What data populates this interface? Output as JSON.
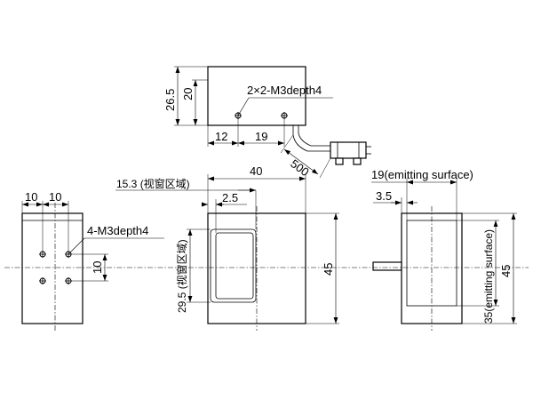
{
  "top_view": {
    "height_outer": "26.5",
    "height_inner": "20",
    "hole_note": "2×2-M3depth4",
    "offset_left": "12",
    "hole_pitch": "19",
    "cable_length": "500"
  },
  "left_view": {
    "dim_a": "10",
    "dim_b": "10",
    "hole_note": "4-M3depth4",
    "vert_dim": "10"
  },
  "front_view": {
    "window_label": "15.3 (视窗区域)",
    "width": "40",
    "offset": "2.5",
    "window_height_label": "29.5 (视窗区域)",
    "height": "45"
  },
  "right_view": {
    "emitting_width": "19(emitting surface)",
    "offset": "3.5",
    "emitting_height": "35(emitting surface)",
    "height": "45"
  },
  "colors": {
    "line": "#000000",
    "background": "#ffffff"
  }
}
